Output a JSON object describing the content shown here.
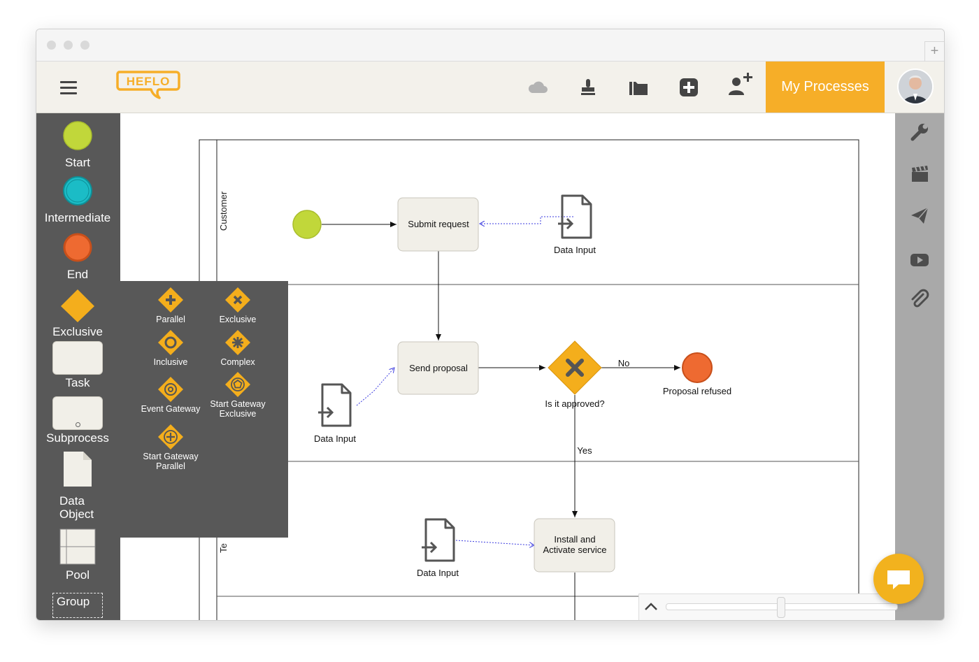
{
  "app": {
    "logo_text": "HEFLO",
    "my_processes_label": "My Processes",
    "toolbar_icons": [
      "cloud-icon",
      "stamp-icon",
      "folder-icon",
      "plus-square-icon",
      "add-user-icon"
    ],
    "sidebar_icons": [
      "wrench-icon",
      "clapperboard-icon",
      "paper-plane-icon",
      "youtube-icon",
      "paperclip-icon"
    ]
  },
  "palette": {
    "start": "Start",
    "intermediate": "Intermediate",
    "end": "End",
    "exclusive": "Exclusive",
    "task": "Task",
    "subprocess": "Subprocess",
    "data_object_line1": "Data",
    "data_object_line2": "Object",
    "pool": "Pool",
    "group": "Group"
  },
  "gateway_menu": {
    "parallel": "Parallel",
    "exclusive": "Exclusive",
    "inclusive": "Inclusive",
    "complex": "Complex",
    "event_gateway": "Event Gateway",
    "start_gateway_exclusive_1": "Start Gateway",
    "start_gateway_exclusive_2": "Exclusive",
    "start_gateway_parallel_1": "Start Gateway",
    "start_gateway_parallel_2": "Parallel"
  },
  "diagram": {
    "lane_customer": "Customer",
    "lane_bottom_partial": "Te",
    "task_submit": "Submit request",
    "task_send": "Send proposal",
    "task_install_1": "Install and",
    "task_install_2": "Activate service",
    "data_input_1": "Data Input",
    "data_input_2": "Data Input",
    "data_input_3": "Data Input",
    "gateway_label": "Is it approved?",
    "flow_no": "No",
    "flow_yes": "Yes",
    "end_label": "Proposal refused"
  },
  "colors": {
    "accent": "#f6ae28",
    "start_event": "#c1d73a",
    "intermediate_event": "#1bbcc6",
    "end_event": "#ee6a31",
    "gateway": "#f4ae1c",
    "task_fill": "#f1efe8",
    "palette_bg": "#585858"
  }
}
